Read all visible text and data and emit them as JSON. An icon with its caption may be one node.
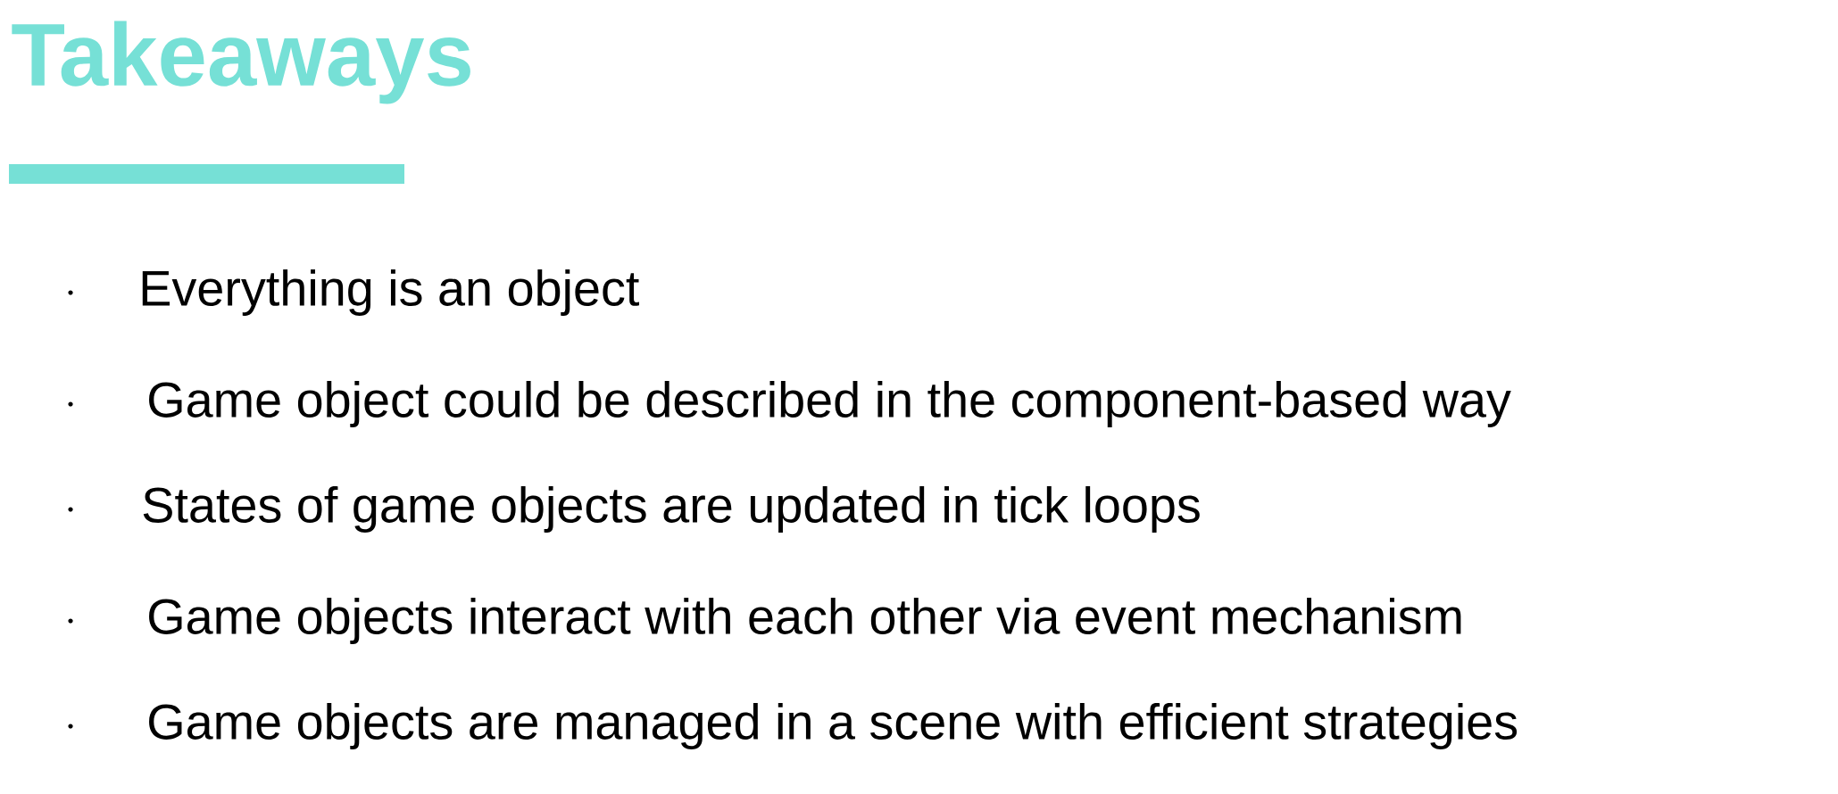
{
  "diagram": {
    "title": "Takeaways",
    "labels": [
      "Everything is an object",
      "Game object could be described in the component-based way",
      "States of game objects are updated in tick loops",
      "Game objects interact with each other via event mechanism",
      "Game objects are managed in a scene with efficient strategies"
    ]
  }
}
